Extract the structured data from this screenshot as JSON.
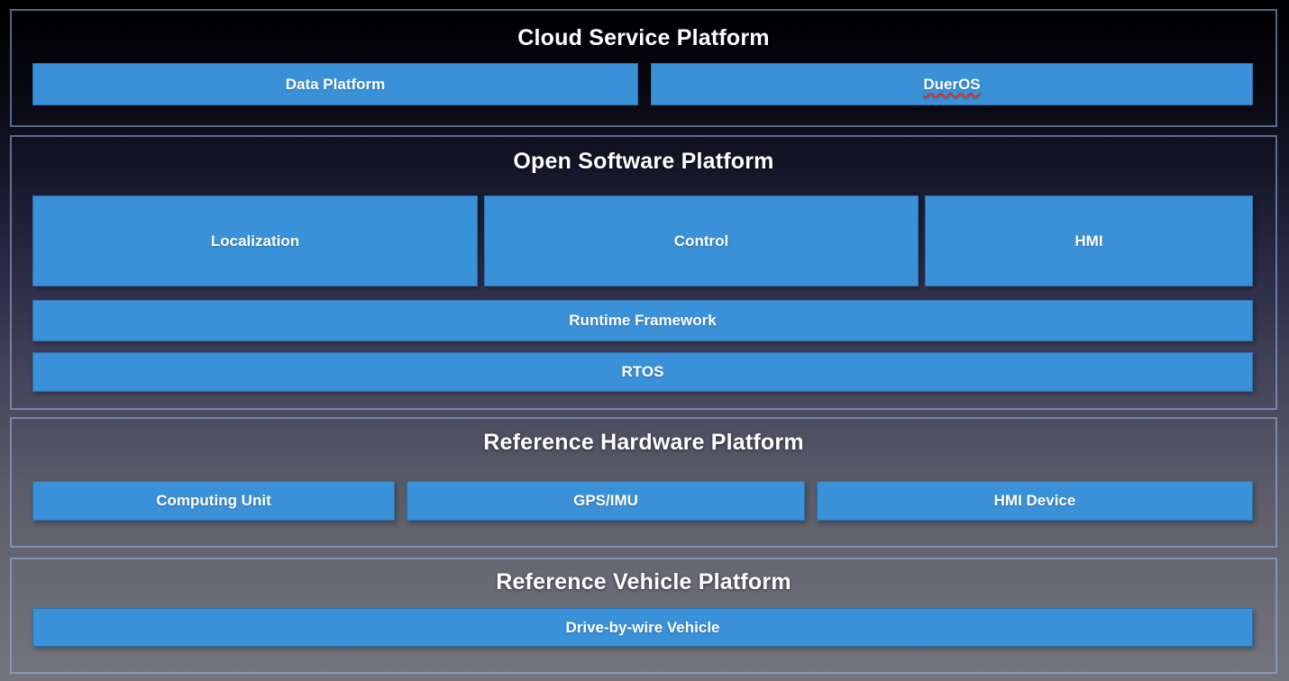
{
  "diagram": {
    "cloud": {
      "title": "Cloud Service Platform",
      "data_platform": "Data Platform",
      "dueros": "DuerOS"
    },
    "software": {
      "title": "Open Software Platform",
      "localization": "Localization",
      "control": "Control",
      "hmi": "HMI",
      "runtime": "Runtime Framework",
      "rtos": "RTOS"
    },
    "hardware": {
      "title": "Reference Hardware Platform",
      "computing_unit": "Computing Unit",
      "gps_imu": "GPS/IMU",
      "hmi_device": "HMI Device"
    },
    "vehicle": {
      "title": "Reference Vehicle Platform",
      "drive_by_wire": "Drive-by-wire Vehicle"
    },
    "colors": {
      "box_blue": "#3b91d8",
      "section_border": "rgba(158,183,226,0.55)",
      "title_text": "#ffffff",
      "spellcheck_underline": "#d93025",
      "background_top": "#000002",
      "background_bottom": "#74747e"
    }
  }
}
